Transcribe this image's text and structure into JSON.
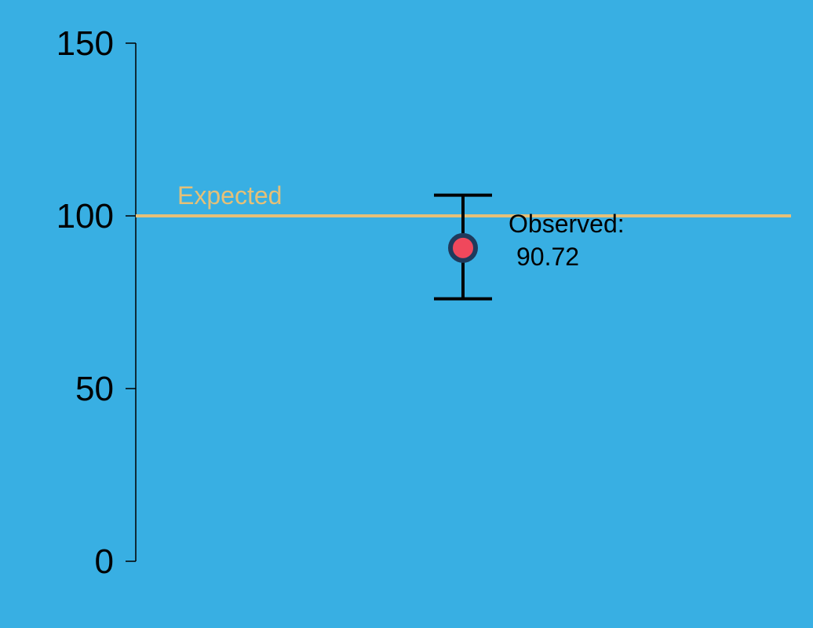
{
  "background_color": "#38afe3",
  "chart_data": {
    "type": "scatter",
    "title": "",
    "xlabel": "",
    "ylabel": "",
    "ylim": [
      0,
      150
    ],
    "yticks": [
      0,
      50,
      100,
      150
    ],
    "grid": false,
    "reference_line": {
      "label": "Expected",
      "value": 100,
      "color": "#e5c078"
    },
    "point": {
      "value": 90.72,
      "error_low": 76,
      "error_high": 106,
      "label_prefix": "Observed:",
      "label_value": "90.72",
      "fill_color": "#f0485c",
      "edge_color": "#1f3a5c"
    }
  }
}
